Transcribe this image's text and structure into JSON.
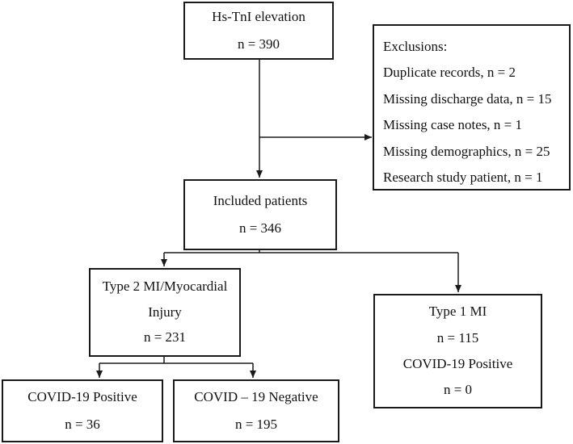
{
  "nodes": {
    "hs_tni": {
      "label": "Hs-TnI elevation",
      "count": "n = 390"
    },
    "exclusions": {
      "title": "Exclusions:",
      "items": [
        "Duplicate records, n = 2",
        "Missing discharge data, n = 15",
        "Missing case notes, n = 1",
        "Missing demographics, n = 25",
        "Research study patient, n = 1"
      ]
    },
    "included": {
      "label": "Included patients",
      "count": "n = 346"
    },
    "type2": {
      "label_line1": "Type 2 MI/Myocardial",
      "label_line2": "Injury",
      "count": "n = 231"
    },
    "type1": {
      "label": "Type 1 MI",
      "count": "n = 115",
      "covid_label": "COVID-19 Positive",
      "covid_count": "n = 0"
    },
    "covid_pos": {
      "label": "COVID-19 Positive",
      "count": "n = 36"
    },
    "covid_neg": {
      "label": "COVID – 19 Negative",
      "count": "n = 195"
    }
  },
  "colors": {
    "line": "#1a1a1a",
    "text": "#111111",
    "background": "#ffffff"
  }
}
